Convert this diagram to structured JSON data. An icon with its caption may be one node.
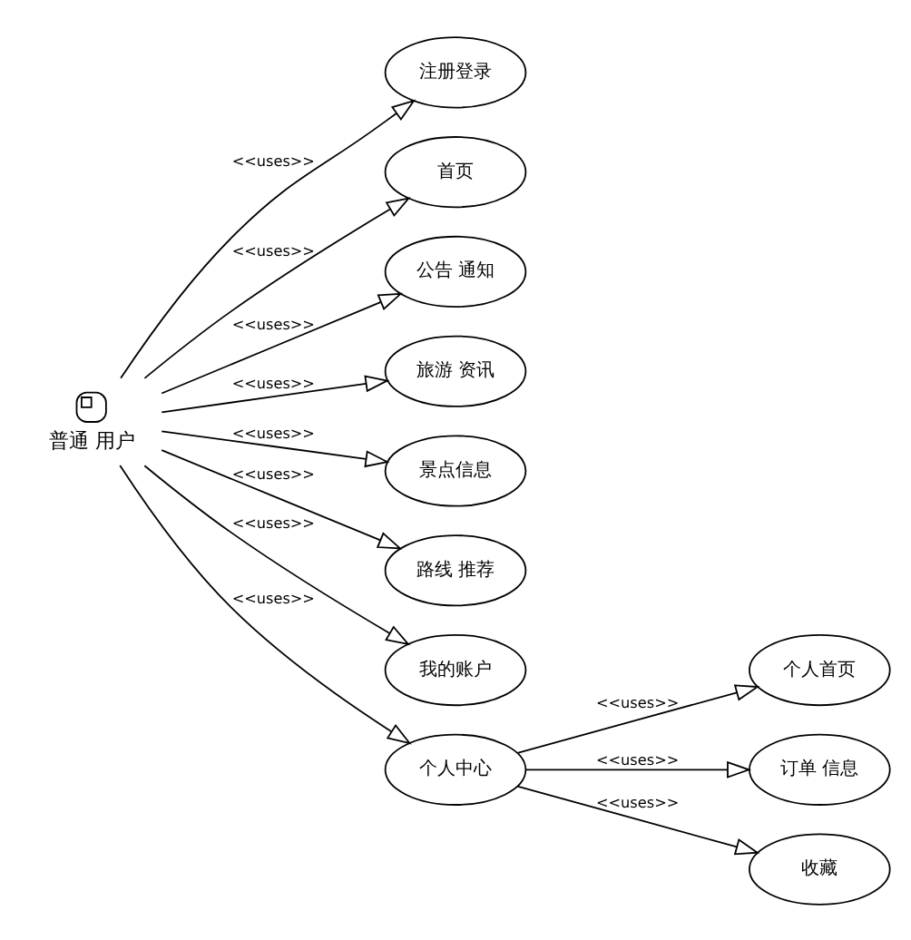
{
  "diagram": {
    "nodes": [
      {
        "text": [
          "普通 用户"
        ]
      },
      {
        "text": [
          "注册登录"
        ]
      },
      {
        "text": [
          "首页"
        ]
      },
      {
        "text": [
          "公告 通知"
        ]
      },
      {
        "text": [
          "旅游 资讯"
        ]
      },
      {
        "text": [
          "景点信息"
        ]
      },
      {
        "text": [
          "路线 推荐"
        ]
      },
      {
        "text": [
          "我的账户"
        ]
      },
      {
        "text": [
          "个人中心"
        ]
      },
      {
        "text": [
          "个人首页"
        ]
      },
      {
        "text": [
          "订单 信息"
        ]
      },
      {
        "text": [
          "收藏"
        ]
      }
    ],
    "edges": [
      {
        "from": 0,
        "to": 1,
        "arrow": "to",
        "label": "<<uses>>"
      },
      {
        "from": 0,
        "to": 2,
        "arrow": "to",
        "label": "<<uses>>"
      },
      {
        "from": 0,
        "to": 3,
        "arrow": "to",
        "label": "<<uses>>"
      },
      {
        "from": 0,
        "to": 4,
        "arrow": "to",
        "label": "<<uses>>"
      },
      {
        "from": 0,
        "to": 5,
        "arrow": "to",
        "label": "<<uses>>"
      },
      {
        "from": 0,
        "to": 6,
        "arrow": "to",
        "label": "<<uses>>"
      },
      {
        "from": 0,
        "to": 7,
        "arrow": "to",
        "label": "<<uses>>"
      },
      {
        "from": 0,
        "to": 8,
        "arrow": "to",
        "label": "<<uses>>"
      },
      {
        "from": 8,
        "to": 9,
        "arrow": "to",
        "label": "<<uses>>"
      },
      {
        "from": 8,
        "to": 10,
        "arrow": "to",
        "label": "<<uses>>"
      },
      {
        "from": 8,
        "to": 11,
        "arrow": "to",
        "label": "<<uses>>"
      }
    ]
  }
}
